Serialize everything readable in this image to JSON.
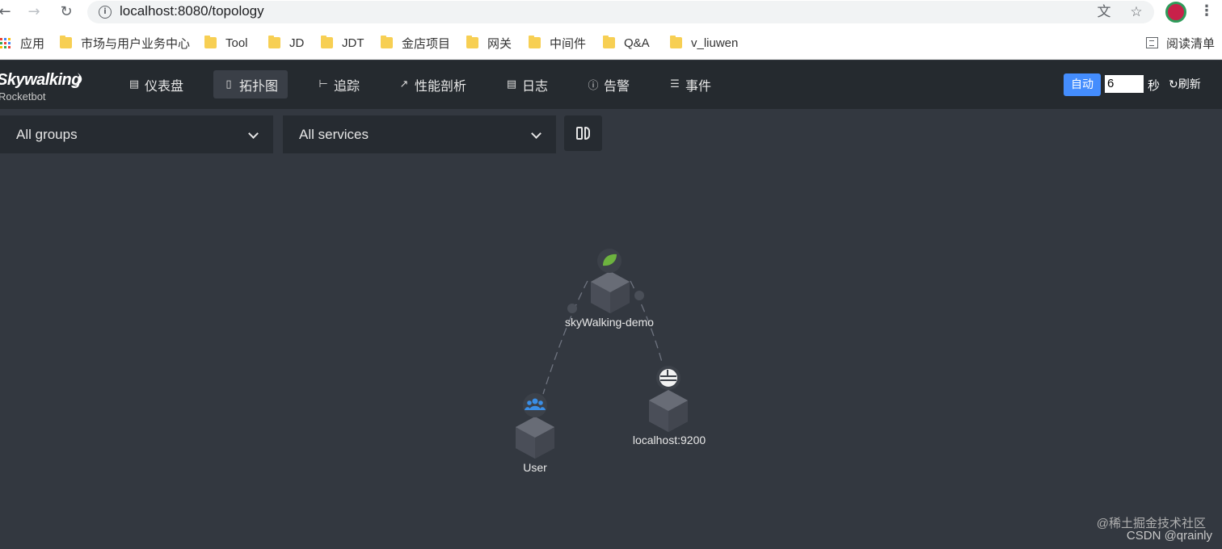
{
  "browser": {
    "url": "localhost:8080/topology",
    "bookmarks": [
      "应用",
      "市场与用户业务中心",
      "Tool",
      "JD",
      "JDT",
      "金店项目",
      "网关",
      "中间件",
      "Q&A",
      "v_liuwen"
    ],
    "reading_list": "阅读清单"
  },
  "header": {
    "logo_title": "Skywalking",
    "logo_subtitle": "Rocketbot",
    "nav": [
      {
        "label": "仪表盘",
        "icon": "dashboard-icon"
      },
      {
        "label": "拓扑图",
        "icon": "topology-icon"
      },
      {
        "label": "追踪",
        "icon": "trace-icon"
      },
      {
        "label": "性能剖析",
        "icon": "profile-icon"
      },
      {
        "label": "日志",
        "icon": "log-icon"
      },
      {
        "label": "告警",
        "icon": "alarm-icon"
      },
      {
        "label": "事件",
        "icon": "event-icon"
      }
    ],
    "active_nav": "拓扑图",
    "auto_label": "自动",
    "interval_value": "6",
    "seconds_label": "秒",
    "refresh_label": "刷新",
    "accent_color": "#448dfe"
  },
  "toolbar": {
    "group_select": "All groups",
    "service_select": "All services"
  },
  "topology": {
    "nodes": [
      {
        "name": "skyWalking-demo",
        "icon": "spring-leaf-icon"
      },
      {
        "name": "User",
        "icon": "users-icon"
      },
      {
        "name": "localhost:9200",
        "icon": "elasticsearch-icon"
      }
    ]
  },
  "watermark": {
    "line1": "@稀土掘金技术社区",
    "line2": "CSDN @qrainly"
  }
}
